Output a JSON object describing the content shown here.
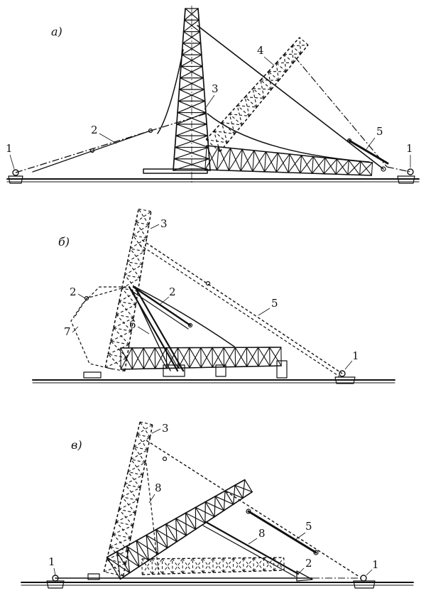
{
  "panels": [
    {
      "key": "a",
      "label": "а)"
    },
    {
      "key": "b",
      "label": "б)"
    },
    {
      "key": "c",
      "label": "в)"
    }
  ],
  "callouts": {
    "a": [
      "1",
      "2",
      "3",
      "4",
      "5",
      "1"
    ],
    "b": [
      "3",
      "2",
      "2",
      "5",
      "6",
      "7",
      "1"
    ],
    "c": [
      "3",
      "8",
      "8",
      "5",
      "1",
      "2",
      "1"
    ]
  }
}
